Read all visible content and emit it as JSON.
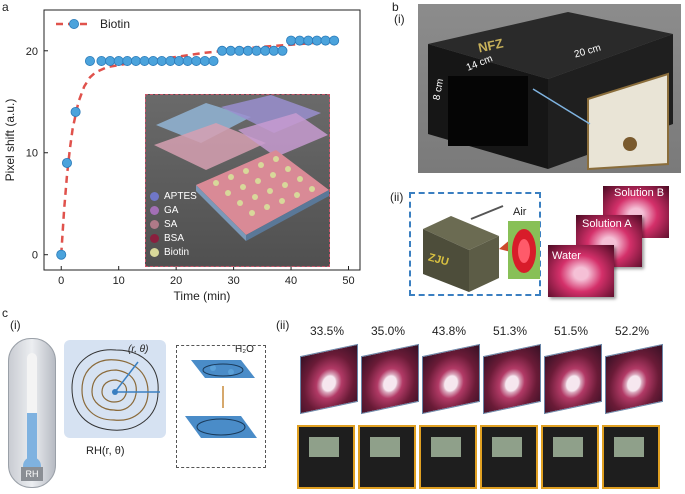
{
  "panels": {
    "a": "a",
    "b": "b",
    "c": "c"
  },
  "sub_labels": {
    "b_i": "(i)",
    "b_ii": "(ii)",
    "c_i": "(i)",
    "c_ii": "(ii)"
  },
  "chart_data": {
    "type": "scatter",
    "xlabel": "Time (min)",
    "ylabel": "Pixel shift (a.u.)",
    "xlim": [
      -3,
      52
    ],
    "ylim": [
      -1.5,
      24
    ],
    "xticks": [
      0,
      10,
      20,
      30,
      40,
      50
    ],
    "yticks": [
      0,
      10,
      20
    ],
    "legend_position": "top-left",
    "series": [
      {
        "name": "Biotin",
        "marker_color": "#4ba3dc",
        "x": [
          0,
          1,
          2.5,
          5,
          7,
          8.5,
          10,
          11.5,
          13,
          14.5,
          16,
          17.5,
          19,
          20.5,
          22,
          23.5,
          25,
          26.5,
          28,
          29.5,
          31,
          32.5,
          34,
          35.5,
          37,
          38.5,
          40,
          41.5,
          43,
          44.5,
          46,
          47.5
        ],
        "y": [
          0,
          9,
          14,
          19,
          19,
          19,
          19,
          19,
          19,
          19,
          19,
          19,
          19,
          19,
          19,
          19,
          19,
          19,
          20,
          20,
          20,
          20,
          20,
          20,
          20,
          20,
          21,
          21,
          21,
          21,
          21,
          21
        ]
      },
      {
        "name": "fit",
        "style": "dashed",
        "color": "#e0524c",
        "x": [
          0,
          0.5,
          1,
          1.5,
          2,
          3,
          4,
          5,
          6,
          8,
          10,
          13,
          16,
          20,
          25,
          30,
          35,
          40,
          45,
          48
        ],
        "y": [
          0,
          4.4,
          7.8,
          10.4,
          12.4,
          15.0,
          16.5,
          17.4,
          17.9,
          18.4,
          18.6,
          18.9,
          19.1,
          19.4,
          19.8,
          20.1,
          20.4,
          20.6,
          20.8,
          20.9
        ]
      }
    ]
  },
  "inset_legend": [
    {
      "label": "APTES",
      "color": "#7077c8"
    },
    {
      "label": "GA",
      "color": "#a36fb5"
    },
    {
      "label": "SA",
      "color": "#b07a88"
    },
    {
      "label": "BSA",
      "color": "#8a1f3e"
    },
    {
      "label": "Biotin",
      "color": "#d8d89a"
    }
  ],
  "box_dims": {
    "depth": "14 cm",
    "width": "20 cm",
    "height": "8 cm"
  },
  "box_brand": "NFZ",
  "device_text": "ZJU",
  "air_label": "Air",
  "solutions": [
    "Water",
    "Solution A",
    "Solution B"
  ],
  "thermo_label": "RH",
  "contour_label": "RH(r, θ)",
  "contour_coord": "(r, θ)",
  "water_label": "H₂O",
  "humidity": [
    "33.5%",
    "35.0%",
    "43.8%",
    "51.3%",
    "51.5%",
    "52.2%"
  ]
}
